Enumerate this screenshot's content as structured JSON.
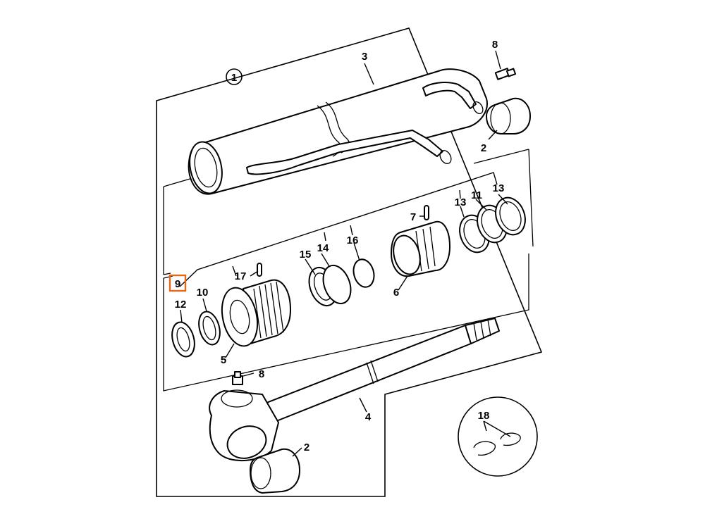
{
  "diagram": {
    "assembly_callout": "1",
    "callouts": {
      "c3": "3",
      "c8_top": "8",
      "c2_top": "2",
      "c13_a": "13",
      "c11": "11",
      "c13_b": "13",
      "c7": "7",
      "c16": "16",
      "c15": "15",
      "c14": "14",
      "c17": "17",
      "c9": "9",
      "c10": "10",
      "c12": "12",
      "c6": "6",
      "c5": "5",
      "c8_bottom": "8",
      "c4": "4",
      "c2_bottom": "2",
      "c18": "18"
    },
    "highlight": {
      "target": "9",
      "color": "#e06a1a"
    }
  }
}
